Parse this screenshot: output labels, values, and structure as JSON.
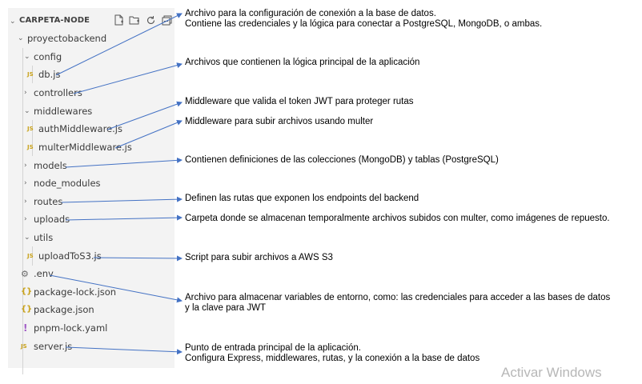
{
  "explorer": {
    "title": "CARPETA-NODE",
    "toolbar_icons": [
      "new-file-icon",
      "new-folder-icon",
      "refresh-icon",
      "collapse-all-icon"
    ],
    "items": [
      {
        "label": "proyectobackend",
        "type": "folder",
        "expanded": true,
        "depth": 0
      },
      {
        "label": "config",
        "type": "folder",
        "expanded": true,
        "depth": 1
      },
      {
        "label": "db.js",
        "type": "js",
        "badge": "JS",
        "depth": 2
      },
      {
        "label": "controllers",
        "type": "folder",
        "expanded": false,
        "depth": 1
      },
      {
        "label": "middlewares",
        "type": "folder",
        "expanded": true,
        "depth": 1
      },
      {
        "label": "authMiddleware.js",
        "type": "js",
        "badge": "JS",
        "depth": 2
      },
      {
        "label": "multerMiddleware.js",
        "type": "js",
        "badge": "JS",
        "depth": 2
      },
      {
        "label": "models",
        "type": "folder",
        "expanded": false,
        "depth": 1
      },
      {
        "label": "node_modules",
        "type": "folder",
        "expanded": false,
        "depth": 1
      },
      {
        "label": "routes",
        "type": "folder",
        "expanded": false,
        "depth": 1
      },
      {
        "label": "uploads",
        "type": "folder",
        "expanded": false,
        "depth": 1
      },
      {
        "label": "utils",
        "type": "folder",
        "expanded": true,
        "depth": 1
      },
      {
        "label": "uploadToS3.js",
        "type": "js",
        "badge": "JS",
        "depth": 2
      },
      {
        "label": ".env",
        "type": "env",
        "badge": "gear-icon",
        "depth": 1
      },
      {
        "label": "package-lock.json",
        "type": "json",
        "badge": "{}",
        "depth": 1
      },
      {
        "label": "package.json",
        "type": "json",
        "badge": "{}",
        "depth": 1
      },
      {
        "label": "pnpm-lock.yaml",
        "type": "yaml",
        "badge": "!",
        "depth": 1
      },
      {
        "label": "server.js",
        "type": "js",
        "badge": "JS",
        "depth": 1
      }
    ]
  },
  "annotations": [
    {
      "target": "db.js",
      "text": "Archivo para la configuración de conexión a la base de datos.\nContiene las credenciales y la lógica para conectar a PostgreSQL, MongoDB, o ambas."
    },
    {
      "target": "controllers",
      "text": "Archivos que contienen la lógica principal de la aplicación"
    },
    {
      "target": "authMiddleware.js",
      "text": "Middleware que valida el token JWT para proteger rutas"
    },
    {
      "target": "multerMiddleware.js",
      "text": "Middleware para subir archivos usando multer"
    },
    {
      "target": "models",
      "text": "Contienen definiciones de las colecciones (MongoDB) y tablas (PostgreSQL)"
    },
    {
      "target": "routes",
      "text": "Definen las rutas que exponen los endpoints del backend"
    },
    {
      "target": "uploads",
      "text": "Carpeta donde se almacenan temporalmente archivos subidos con multer, como imágenes de repuesto."
    },
    {
      "target": "uploadToS3.js",
      "text": "Script para subir archivos a AWS S3"
    },
    {
      "target": ".env",
      "text": "Archivo para almacenar variables de entorno, como: las credenciales para acceder a las bases de datos\ny la clave para JWT"
    },
    {
      "target": "server.js",
      "text": "Punto de entrada principal de la aplicación.\nConfigura Express, middlewares, rutas, y la conexión a la base de datos"
    }
  ],
  "watermark": "Activar Windows",
  "colors": {
    "arrow": "#4472c4",
    "js_badge": "#c9a21a",
    "yaml_badge": "#a05ac6",
    "explorer_bg": "#f3f3f3"
  }
}
